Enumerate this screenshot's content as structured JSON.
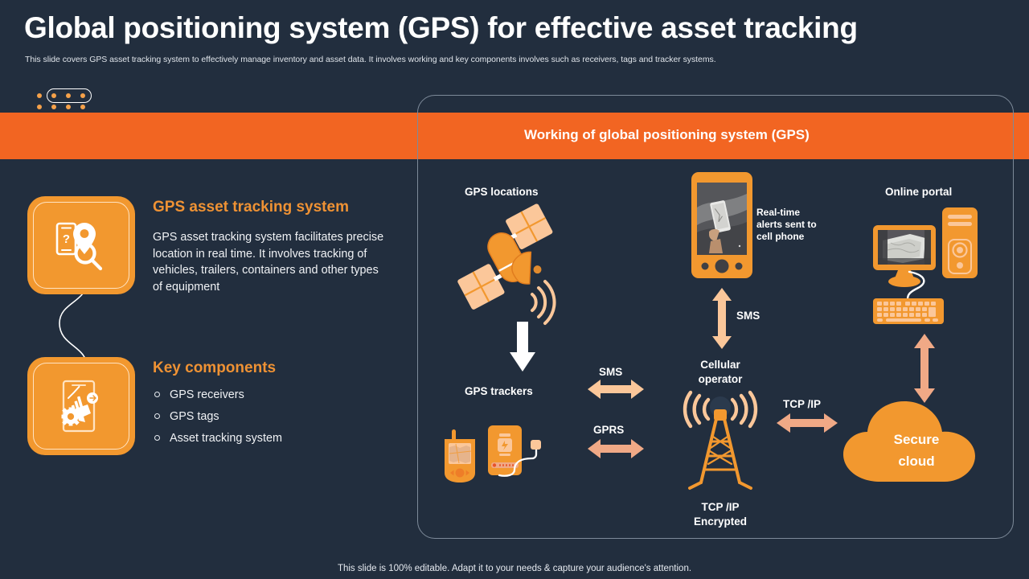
{
  "theme": {
    "background": "#222e3e",
    "accent_orange": "#f26522",
    "icon_orange": "#f2982f",
    "light_orange": "#fbc79a",
    "heading_orange": "#ef9234",
    "text_white": "#ffffff",
    "panel_border": "#7d8a99"
  },
  "header": {
    "title": "Global positioning system (GPS) for effective asset tracking",
    "subtitle": "This slide covers GPS asset tracking system to effectively  manage inventory and asset data. It involves working and key components involves such as receivers, tags and tracker systems."
  },
  "band": {
    "title": "Working of global positioning  system (GPS)"
  },
  "left_panel": {
    "cards": [
      {
        "icon": "mobile-location-pin-search-icon",
        "heading": "GPS asset tracking system",
        "body": "GPS asset tracking system facilitates precise location in real time. It  involves tracking of vehicles, trailers, containers and other types of equipment"
      },
      {
        "icon": "mobile-chart-gear-icon",
        "heading": "Key components",
        "bullets": [
          "GPS receivers",
          "GPS tags",
          "Asset tracking system"
        ]
      }
    ]
  },
  "diagram": {
    "nodes": [
      {
        "id": "gps-locations",
        "label": "GPS locations",
        "icon": "satellite-icon"
      },
      {
        "id": "gps-trackers",
        "label": "GPS trackers",
        "icon": "gps-tracker-devices-icon"
      },
      {
        "id": "cell-phone",
        "label": "Real-time alerts sent to cell phone",
        "icon": "smartphone-icon"
      },
      {
        "id": "cellular-operator",
        "label": "Cellular operator",
        "icon": "cell-tower-icon"
      },
      {
        "id": "tcp-ip-encrypted",
        "label": "TCP /IP Encrypted"
      },
      {
        "id": "online-portal",
        "label": "Online portal",
        "icon": "desktop-computer-icon"
      },
      {
        "id": "secure-cloud",
        "label": "Secure cloud",
        "icon": "cloud-icon"
      }
    ],
    "node_labels": {
      "gps_locations": "GPS locations",
      "gps_trackers": "GPS trackers",
      "realtime_alerts_line1": "Real-time",
      "realtime_alerts_line2": "alerts sent to",
      "realtime_alerts_line3": "cell phone",
      "cellular_operator_line1": "Cellular",
      "cellular_operator_line2": "operator",
      "tcp_ip_encrypted_line1": "TCP /IP",
      "tcp_ip_encrypted_line2": "Encrypted",
      "online_portal": "Online portal",
      "secure_cloud_line1": "Secure",
      "secure_cloud_line2": "cloud"
    },
    "arrows": [
      {
        "id": "sat-to-tracker",
        "label": "",
        "direction": "down",
        "color": "#ffffff"
      },
      {
        "id": "tracker-sms",
        "label": "SMS",
        "direction": "both",
        "color": "#fbc79a"
      },
      {
        "id": "tracker-gprs",
        "label": "GPRS",
        "direction": "both",
        "color": "#f0a986"
      },
      {
        "id": "phone-sms",
        "label": "SMS",
        "direction": "both",
        "color": "#fbc79a"
      },
      {
        "id": "tower-tcpip",
        "label": "TCP /IP",
        "direction": "both",
        "color": "#f0a986"
      },
      {
        "id": "cloud-portal",
        "label": "",
        "direction": "both",
        "color": "#f0a986"
      }
    ],
    "arrow_labels": {
      "sms_left": "SMS",
      "gprs": "GPRS",
      "sms_phone": "SMS",
      "tcp_ip": "TCP /IP"
    }
  },
  "footer": {
    "note": "This slide is 100% editable. Adapt it to your needs & capture your audience's attention."
  }
}
